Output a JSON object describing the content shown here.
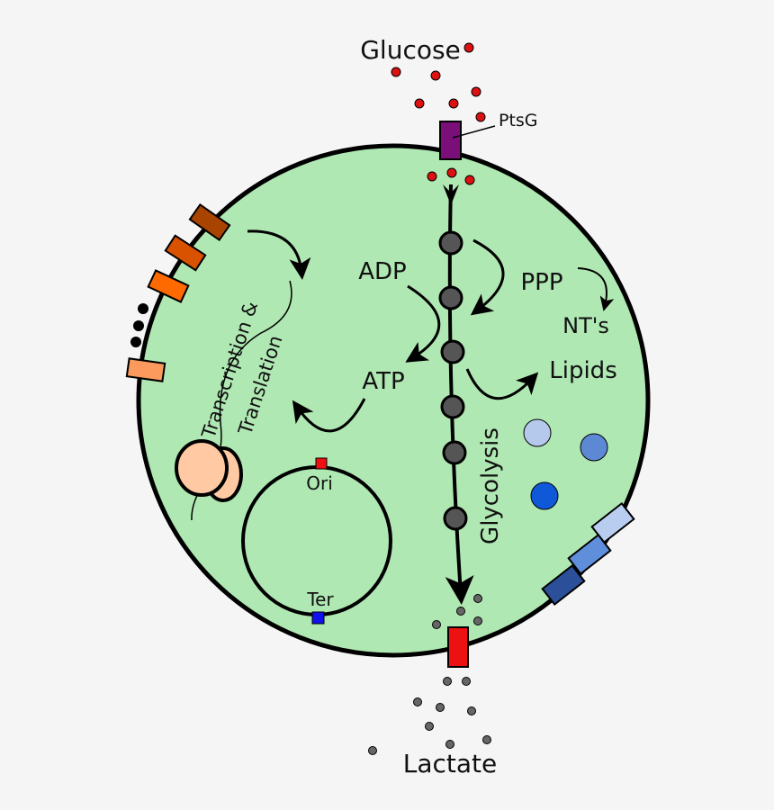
{
  "labels": {
    "glucose": "Glucose",
    "ptsg": "PtsG",
    "adp": "ADP",
    "atp": "ATP",
    "ppp": "PPP",
    "nts": "NT's",
    "lipids": "Lipids",
    "glycolysis": "Glycolysis",
    "transcription": "Transcription &",
    "translation": "Translation",
    "ori": "Ori",
    "ter": "Ter",
    "lactate": "Lactate"
  },
  "colors": {
    "background": "#f5f5f5",
    "cell_fill": "#b0e8b3",
    "outline": "#000000",
    "glucose_dot": "#dd1111",
    "lactate_dot": "#666666",
    "metabolite_node": "#555555",
    "ptsg_transporter": "#7a0f7a",
    "lactate_transporter": "#ee1111",
    "ori_marker": "#ee1111",
    "ter_marker": "#1111ee",
    "ribosome": "#ffc9a3",
    "receptor_brown": "#a84300",
    "receptor_dark_orange": "#d95200",
    "receptor_orange": "#ff6a00",
    "receptor_light_orange": "#fb9a5c",
    "receptor_light_blue": "#b9cdf0",
    "receptor_mid_blue": "#5f8fdb",
    "receptor_dark_blue": "#2b4f98",
    "lipid_light": "#b5c9ec",
    "lipid_mid": "#5d88d4",
    "lipid_dark": "#0f58d8"
  }
}
